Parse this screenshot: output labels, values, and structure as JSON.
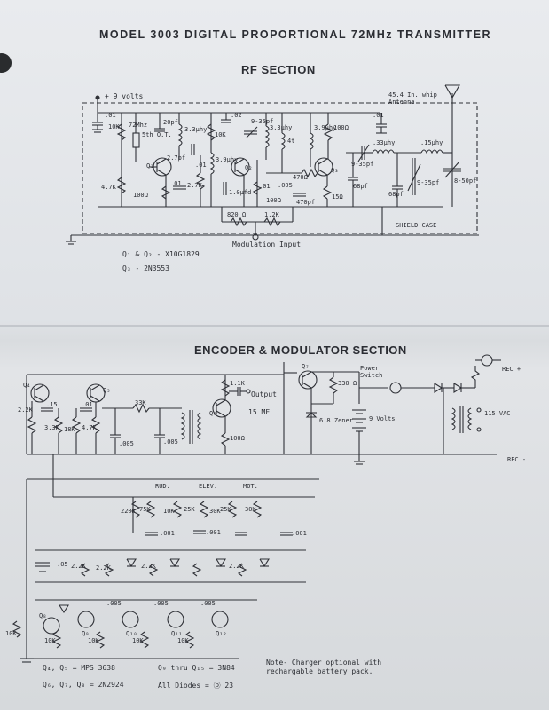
{
  "title": "MODEL 3003 DIGITAL PROPORTIONAL 72MHz TRANSMITTER",
  "rf": {
    "heading": "RF SECTION",
    "supply": "+ 9 volts",
    "antenna": "45.4 In. whip Antenna",
    "shield": "SHIELD CASE",
    "mod_input": "Modulation Input",
    "parts": [
      "10K",
      "4.7K",
      "100Ω",
      "72Mhz",
      "5th O.T.",
      "2.7pf",
      "20pf",
      "3.3μhy",
      "Q₁",
      ".01",
      ".01",
      "2.7K",
      "3.9μhy",
      "10K",
      ".02",
      "1.0μfd",
      "Q₂",
      ".01",
      "100Ω",
      "9-35pf",
      "3.3μhy",
      "4t",
      ".005",
      "470Ω",
      "470pf",
      "3.9μhy",
      "100Ω",
      "Q₃",
      "15Ω",
      "68pf",
      "9-35pf",
      ".33μhy",
      ".15μhy",
      "68pf",
      "9-35pf",
      "8-50pf",
      ".01",
      ".01",
      "820 Ω",
      "1.2K"
    ],
    "notes": [
      "Q₁ & Q₂ - X10G1829",
      "Q₃ - 2N3553"
    ]
  },
  "enc": {
    "heading": "ENCODER & MODULATOR SECTION",
    "parts": [
      "Q₄",
      "Q₅",
      ".15",
      ".01",
      "2.2K",
      "3.3K",
      "18K",
      "4.7K",
      "33K",
      ".005",
      ".005",
      "Q₆",
      "1.1K",
      "100Ω",
      "Output",
      "15 MF",
      "Q₇",
      "330 Ω",
      "6.8 Zener",
      "9 Volts",
      "Power Switch",
      "115 VAC",
      "REC +",
      "REC -",
      "RUD.",
      "ELEV.",
      "MOT.",
      "220K",
      "75K",
      "10K",
      "25K",
      "30K",
      "25K",
      "30K",
      ".001",
      ".001",
      ".001",
      ".05",
      "2.2K",
      "2.2K",
      "2.2K",
      "2.2K",
      "10K",
      "10K",
      "10K",
      "10K",
      "10K",
      ".005",
      ".005",
      ".005",
      "Q₈",
      "Q₉",
      "Q₁₀",
      "Q₁₁",
      "Q₁₂"
    ],
    "notes": [
      "Q₄, Q₅ = MPS 3638",
      "Q₆, Q₇, Q₈ = 2N2924",
      "Q₉ thru Q₁₅ = 3N84",
      "All Diodes = Ⓓ 23"
    ],
    "charger_note": "Note- Charger optional with rechargable battery pack."
  }
}
